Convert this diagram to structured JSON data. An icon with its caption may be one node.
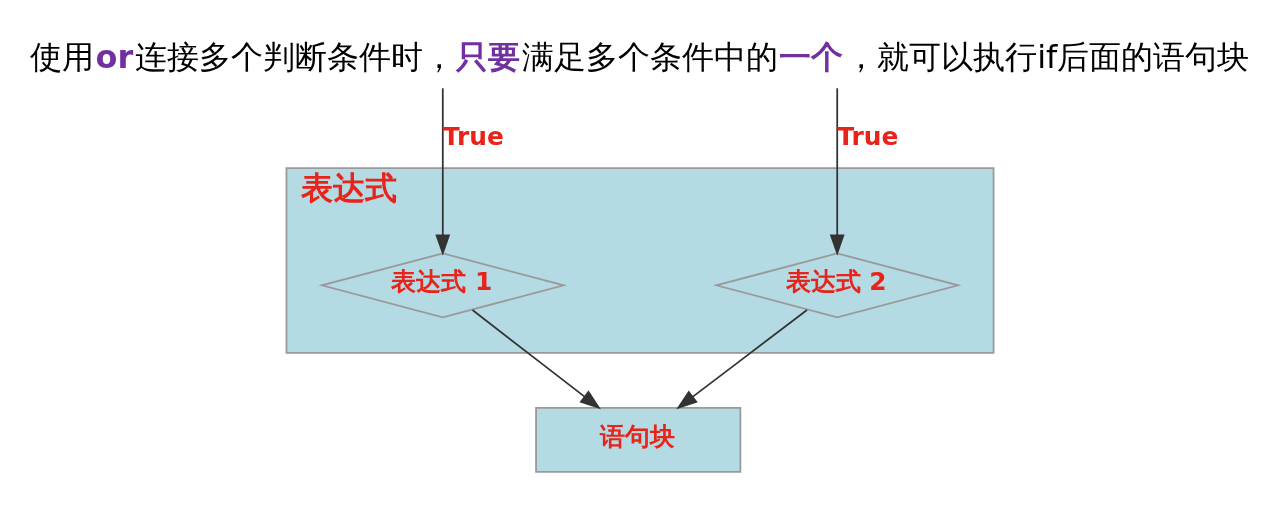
{
  "diagram": {
    "title": "使用**or**连接多个判断条件时，**只要**满足多个条件中的**一个**，就可以执行if后面的语句块",
    "nodes": [
      {
        "text": [
          "表达式"
        ]
      },
      {
        "text": [
          "表达式 1"
        ],
        "in": 0
      },
      {
        "text": [
          "表达式 2"
        ],
        "in": 0
      },
      {
        "text": [
          "语句块"
        ]
      }
    ],
    "edges": [
      {
        "from": null,
        "to": 1,
        "arrow": "to",
        "label": "True"
      },
      {
        "from": null,
        "to": 2,
        "arrow": "to",
        "label": "True"
      },
      {
        "from": 1,
        "to": 3,
        "arrow": "to"
      },
      {
        "from": 2,
        "to": 3,
        "arrow": "to"
      }
    ]
  }
}
